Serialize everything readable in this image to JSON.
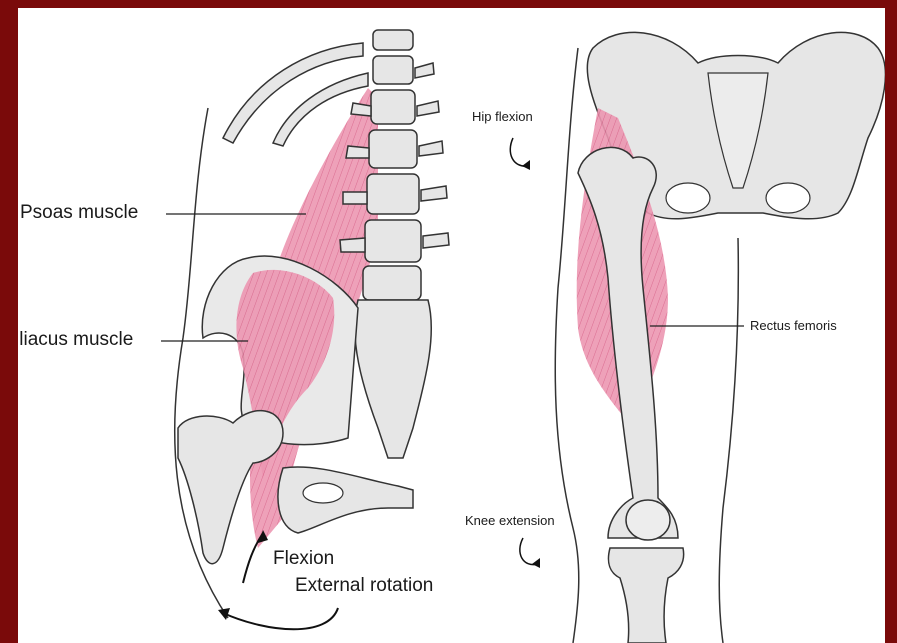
{
  "labels": {
    "psoas": "Psoas muscle",
    "iliacus": "Iliacus muscle",
    "flexion": "Flexion",
    "external_rotation": "External rotation",
    "hip_flexion": "Hip flexion",
    "knee_extension": "Knee extension",
    "rectus_femoris": "Rectus femoris"
  },
  "colors": {
    "frame": "#7a0a0a",
    "muscle": "#e98aa8",
    "bone": "#e4e4e4",
    "outline": "#333333"
  }
}
